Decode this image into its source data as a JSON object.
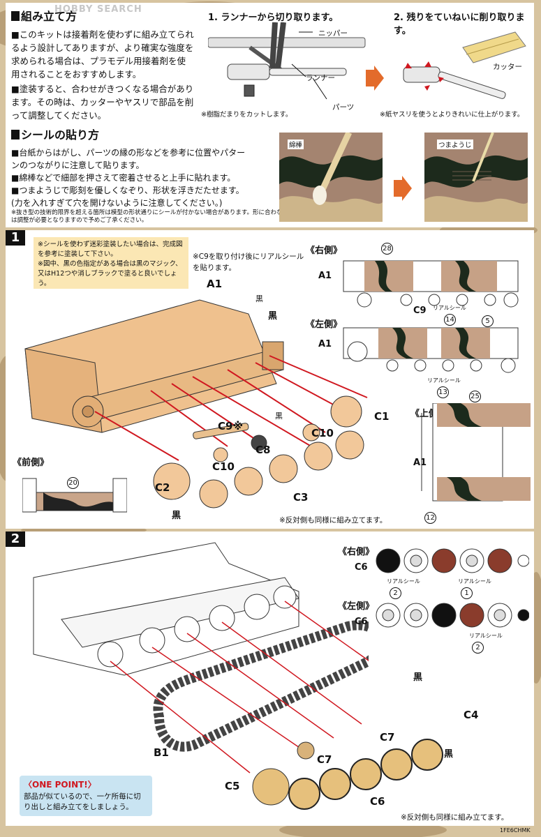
{
  "watermark": "HOBBY SEARCH",
  "assembly_method": {
    "title": "組み立て方",
    "paragraphs": [
      "■このキットは接着剤を使わずに組み立てられるよう設計してありますが、より確実な強度を求められる場合は、プラモデル用接着剤を使用されることをおすすめします。",
      "■塗装すると、合わせがきつくなる場合があります。その時は、カッターやヤスリで部品を削って調整してください。"
    ],
    "step1_title": "1. ランナーから切り取ります。",
    "step2_title": "2. 残りをていねいに削り取ります。",
    "labels": {
      "nipper": "ニッパー",
      "runner": "ランナー",
      "parts": "パーツ",
      "cutter": "カッター"
    },
    "note1": "※樹脂だまりをカットします。",
    "note2": "※紙ヤスリを使うとよりきれいに仕上がります。"
  },
  "seal_method": {
    "title": "シールの貼り方",
    "paragraphs": [
      "■台紙からはがし、パーツの縁の形などを参考に位置やパターンのつながりに注意して貼ります。",
      "■綿棒などで細部を押さえて密着させると上手に貼れます。",
      "■つまようじで彫刻を優しくなぞり、形状を浮きだたせます。(力を入れすぎて穴を開けないように注意してください。)"
    ],
    "label_cotton": "綿棒",
    "label_toothpick": "つまようじ",
    "footnote": "※抜き型の技術的限界を超える箇所は模型の形状通りにシールが付かない場合があります。形に合わない部分は調整が必要となりますので予めご了承ください。"
  },
  "step1": {
    "number": "1",
    "note_box": [
      "※シールを使わず迷彩塗装したい場合は、完成図を参考に塗装して下さい。",
      "※図中、黒の色指定がある場合は黒のマジック、又はH12つや消しブラックで塗ると良いでしょう。"
    ],
    "c9_note": "※C9を取り付け後にリアルシールを貼ります。",
    "hull_label": "A1",
    "black": "黒",
    "parts": [
      "C1",
      "C2",
      "C3",
      "C8",
      "C9※",
      "C10",
      "C10"
    ],
    "front_view": "《前側》",
    "right_side": "《右側》",
    "left_side": "《左側》",
    "top_side": "《上側》",
    "a1": "A1",
    "c9": "C9",
    "real_seal": "リアルシール",
    "decals": {
      "front": "20",
      "right_top": "28",
      "right_bottom": "14",
      "left_top": "5",
      "left_bottom": "13",
      "top_top": "25",
      "top_bottom": "12"
    },
    "opposite_note": "※反対側も同様に組み立てます。"
  },
  "step2": {
    "number": "2",
    "right_side": "《右側》",
    "left_side": "《左側》",
    "c6": "C6",
    "real_seal": "リアルシール",
    "wheel_decals": {
      "right_a": "2",
      "right_b": "1",
      "left": "2"
    },
    "black": "黒",
    "parts": [
      "B1",
      "C4",
      "C5",
      "C6",
      "C7",
      "C7"
    ],
    "one_point_title": "〈ONE POINT!〉",
    "one_point_text": "部品が似ているので、一ケ所毎に切り出しと組み立てをしましょう。",
    "opposite_note": "※反対側も同様に組み立てます。"
  },
  "code": "1FE6CHMK"
}
